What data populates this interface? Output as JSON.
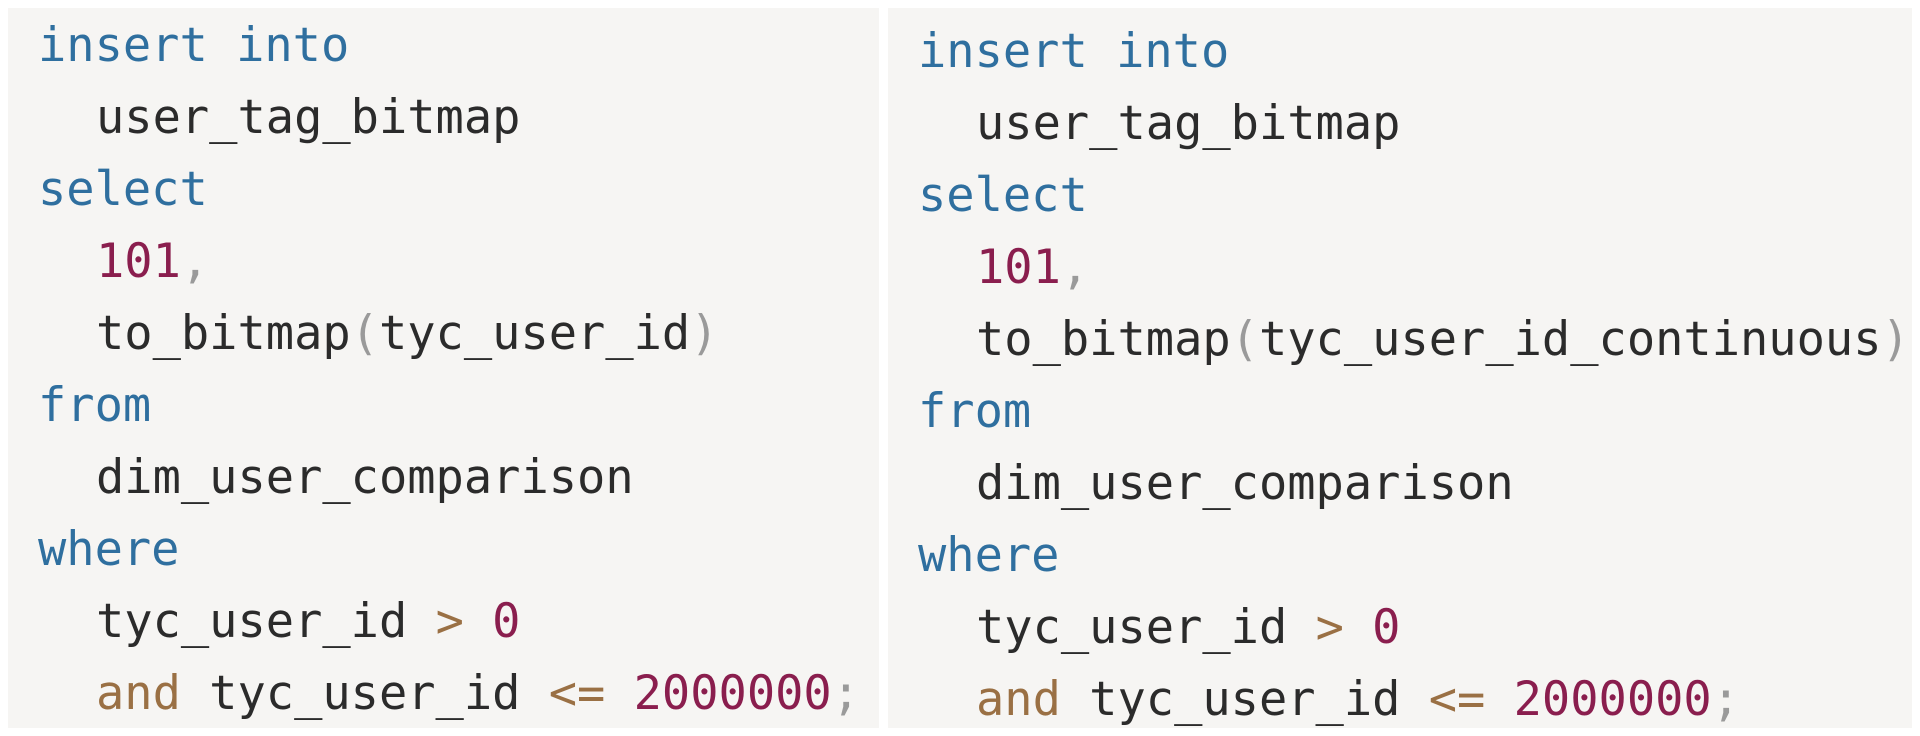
{
  "panes": [
    {
      "lines": [
        [
          {
            "k": "kw",
            "t": "insert into"
          }
        ],
        [
          {
            "k": "ident",
            "t": "user_tag_bitmap"
          }
        ],
        [
          {
            "k": "kw",
            "t": "select"
          }
        ],
        [
          {
            "k": "num",
            "t": "101"
          },
          {
            "k": "punc",
            "t": ","
          }
        ],
        [
          {
            "k": "ident",
            "t": "to_bitmap"
          },
          {
            "k": "punc",
            "t": "("
          },
          {
            "k": "ident",
            "t": "tyc_user_id"
          },
          {
            "k": "punc",
            "t": ")"
          }
        ],
        [
          {
            "k": "kw",
            "t": "from"
          }
        ],
        [
          {
            "k": "ident",
            "t": "dim_user_comparison"
          }
        ],
        [
          {
            "k": "kw",
            "t": "where"
          }
        ],
        [
          {
            "k": "ident",
            "t": "tyc_user_id "
          },
          {
            "k": "op",
            "t": ">"
          },
          {
            "k": "ident",
            "t": " "
          },
          {
            "k": "num",
            "t": "0"
          }
        ],
        [
          {
            "k": "op",
            "t": "and"
          },
          {
            "k": "ident",
            "t": " tyc_user_id "
          },
          {
            "k": "op",
            "t": "<="
          },
          {
            "k": "ident",
            "t": " "
          },
          {
            "k": "num",
            "t": "2000000"
          },
          {
            "k": "punc",
            "t": ";"
          }
        ]
      ]
    },
    {
      "lines": [
        [
          {
            "k": "kw",
            "t": "insert into"
          }
        ],
        [
          {
            "k": "ident",
            "t": "user_tag_bitmap"
          }
        ],
        [
          {
            "k": "kw",
            "t": "select"
          }
        ],
        [
          {
            "k": "num",
            "t": "101"
          },
          {
            "k": "punc",
            "t": ","
          }
        ],
        [
          {
            "k": "ident",
            "t": "to_bitmap"
          },
          {
            "k": "punc",
            "t": "("
          },
          {
            "k": "ident",
            "t": "tyc_user_id_continuous"
          },
          {
            "k": "punc",
            "t": ")"
          }
        ],
        [
          {
            "k": "kw",
            "t": "from"
          }
        ],
        [
          {
            "k": "ident",
            "t": "dim_user_comparison"
          }
        ],
        [
          {
            "k": "kw",
            "t": "where"
          }
        ],
        [
          {
            "k": "ident",
            "t": "tyc_user_id "
          },
          {
            "k": "op",
            "t": ">"
          },
          {
            "k": "ident",
            "t": " "
          },
          {
            "k": "num",
            "t": "0"
          }
        ],
        [
          {
            "k": "op",
            "t": "and"
          },
          {
            "k": "ident",
            "t": " tyc_user_id "
          },
          {
            "k": "op",
            "t": "<="
          },
          {
            "k": "ident",
            "t": " "
          },
          {
            "k": "num",
            "t": "2000000"
          },
          {
            "k": "punc",
            "t": ";"
          }
        ]
      ]
    }
  ],
  "colors": {
    "keyword": "#2f6f9f",
    "number": "#8a1e4e",
    "operator": "#9a7044",
    "punctuation": "#9a9a9a",
    "identifier": "#2b2b2b",
    "background": "#f6f5f3"
  }
}
